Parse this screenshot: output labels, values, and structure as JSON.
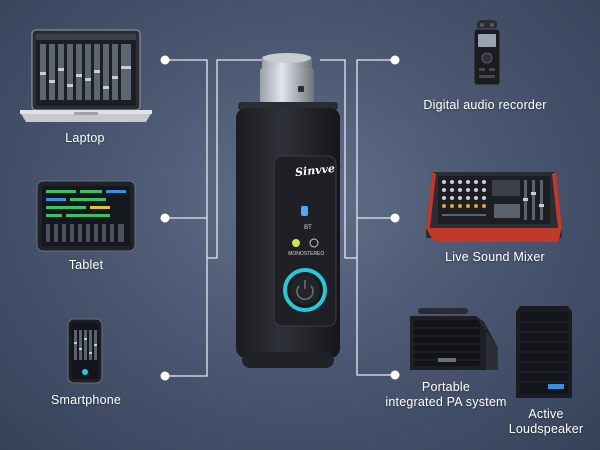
{
  "product": {
    "brand_logo_text": "Sinvve",
    "bt_label": "BT",
    "mono_label": "MONO",
    "stereo_label": "STEREO"
  },
  "devices_left": [
    {
      "id": "laptop",
      "label": "Laptop"
    },
    {
      "id": "tablet",
      "label": "Tablet"
    },
    {
      "id": "smartphone",
      "label": "Smartphone"
    }
  ],
  "devices_right": [
    {
      "id": "recorder",
      "label": "Digital audio recorder"
    },
    {
      "id": "mixer",
      "label": "Live Sound Mixer"
    },
    {
      "id": "pa",
      "label_line1": "Portable",
      "label_line2": "integrated PA system"
    },
    {
      "id": "speaker",
      "label_line1": "Active",
      "label_line2": "Loudspeaker"
    }
  ],
  "colors": {
    "background": "#4c5872",
    "connector_line": "#e6e8ee",
    "power_ring": "#27c9d6",
    "mono_led": "#c8e84a",
    "bt_led": "#4aa8ff"
  }
}
